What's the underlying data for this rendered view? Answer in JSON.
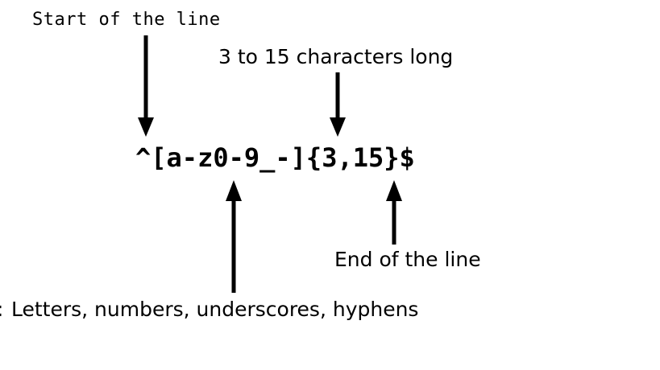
{
  "diagram": {
    "title_expression": "^[a-z0-9_-]{3,15}$",
    "background_color": "#ffffff",
    "ink_color": "#000000",
    "clipped_left_glyph": ":",
    "annotations": [
      {
        "id": "start-of-line",
        "label": "Start of the line",
        "target": "^",
        "direction": "down"
      },
      {
        "id": "length-quantifier",
        "label": "3 to 15 characters long",
        "target": "{3,15}",
        "direction": "down"
      },
      {
        "id": "character-class",
        "label": "Letters, numbers, underscores, hyphens",
        "target": "[a-z0-9_-]",
        "direction": "up"
      },
      {
        "id": "end-of-line",
        "label": "End of the line",
        "target": "$",
        "direction": "up"
      }
    ]
  }
}
